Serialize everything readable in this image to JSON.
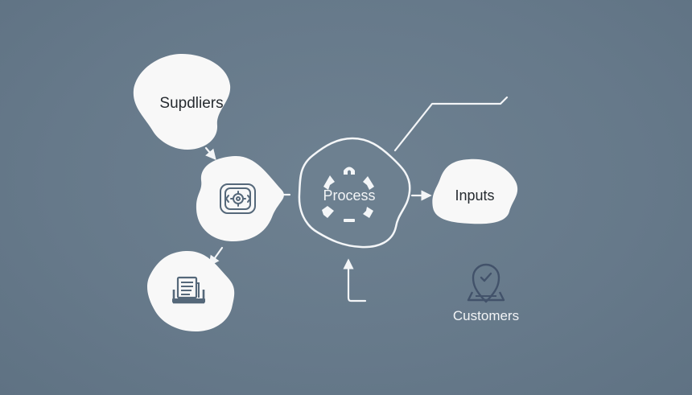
{
  "nodes": {
    "suppliers": {
      "label": "Supdliers"
    },
    "process": {
      "label": "Process"
    },
    "inputs": {
      "label": "Inputs"
    },
    "customers": {
      "label": "Customers"
    }
  },
  "icons": {
    "gear_node": "gear-chip-icon",
    "document_node": "document-stack-icon",
    "customers_node": "location-check-icon",
    "process_node": "cycle-arrows-icon"
  },
  "colors": {
    "background": "#687b8b",
    "node_fill": "#f8f8f8",
    "process_fill": "#6d8090",
    "icon": "#55687a",
    "text_dark": "#262b30",
    "text_light": "#f2f4f6"
  }
}
